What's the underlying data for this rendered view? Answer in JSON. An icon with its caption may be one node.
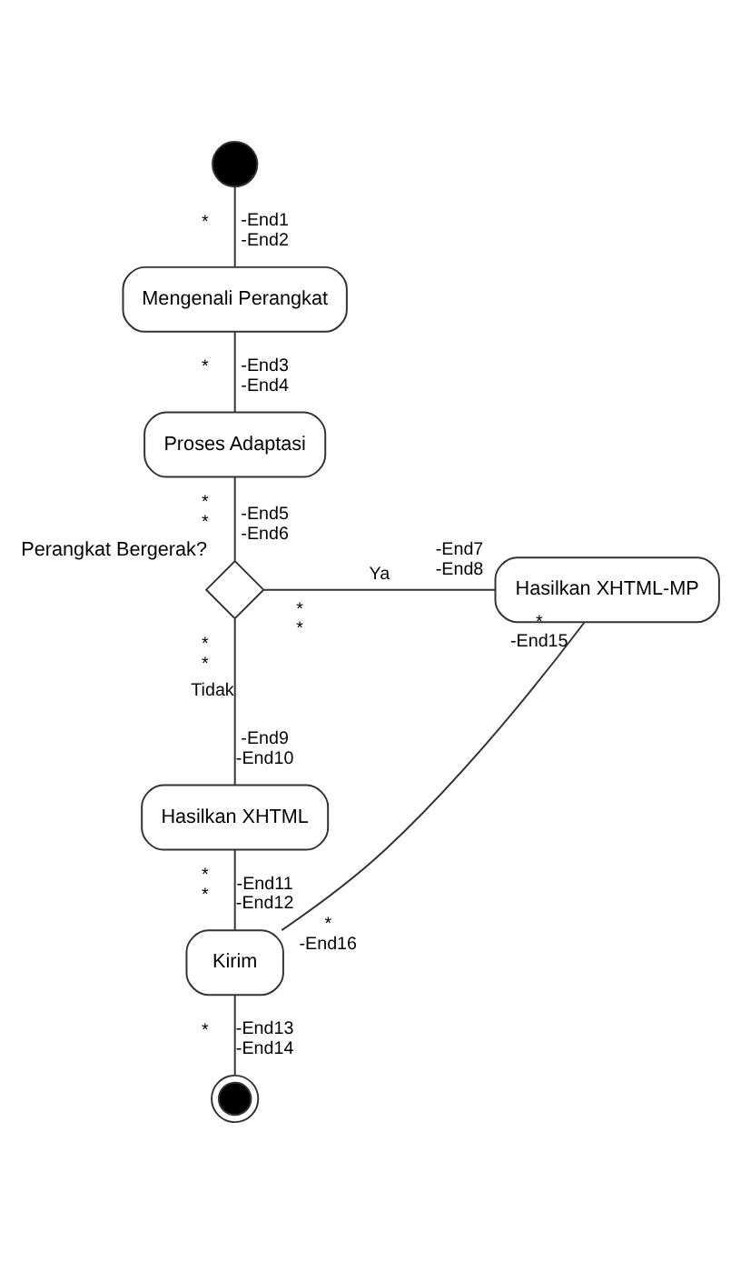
{
  "diagram": {
    "nodes": [
      {
        "text": [],
        "shape": "circle"
      },
      {
        "text": [
          "Mengenali Perangkat"
        ]
      },
      {
        "text": [
          "Proses Adaptasi"
        ]
      },
      {
        "text": [],
        "shape": "diamond",
        "beside": [
          "Perangkat Bergerak?"
        ]
      },
      {
        "text": [
          "Hasilkan XHTML-MP"
        ]
      },
      {
        "text": [
          "Hasilkan XHTML"
        ]
      },
      {
        "text": [
          "Kirim"
        ]
      },
      {
        "text": [],
        "shape": "bullseye"
      }
    ],
    "edges": [
      {
        "from": 0,
        "to": 1,
        "arrow": "none"
      },
      {
        "from": 1,
        "to": 2,
        "arrow": "none"
      },
      {
        "from": 2,
        "to": 3,
        "arrow": "none"
      },
      {
        "from": 3,
        "to": 4,
        "arrow": "none",
        "label": "Ya"
      },
      {
        "from": 3,
        "to": 5,
        "arrow": "none",
        "label": "Tidak"
      },
      {
        "from": 5,
        "to": 6,
        "arrow": "none"
      },
      {
        "from": 4,
        "to": 6,
        "arrow": "none"
      },
      {
        "from": 6,
        "to": 7,
        "arrow": "none"
      }
    ],
    "labels": [
      "*",
      "-End1",
      "-End2",
      "*",
      "-End3",
      "-End4",
      "*",
      "*",
      "-End5",
      "-End6",
      "-End7",
      "-End8",
      "*",
      "*",
      "*",
      "*",
      "-End9",
      "-End10",
      "*",
      "-End15",
      "*",
      "*",
      "-End11",
      "-End12",
      "*",
      "-End16",
      "*",
      "-End13",
      "-End14"
    ]
  }
}
